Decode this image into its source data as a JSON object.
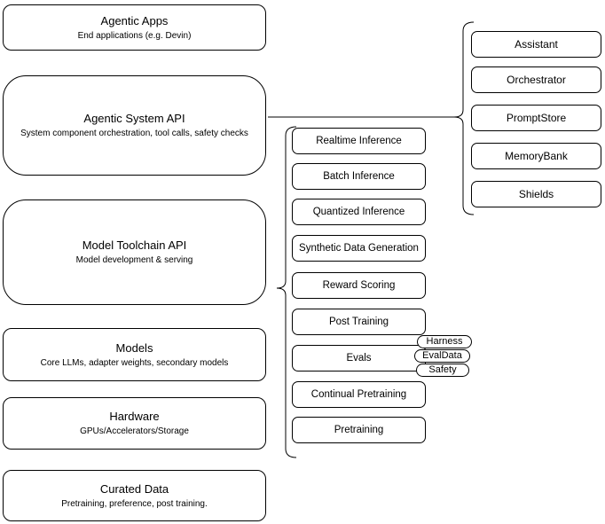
{
  "diagram": {
    "left_stack": [
      {
        "title": "Agentic Apps",
        "subtitle": "End applications (e.g. Devin)"
      },
      {
        "title": "Agentic System API",
        "subtitle": "System component orchestration, tool calls, safety checks"
      },
      {
        "title": "Model Toolchain API",
        "subtitle": "Model development & serving"
      },
      {
        "title": "Models",
        "subtitle": "Core LLMs, adapter weights, secondary models"
      },
      {
        "title": "Hardware",
        "subtitle": "GPUs/Accelerators/Storage"
      },
      {
        "title": "Curated Data",
        "subtitle": "Pretraining, preference, post training."
      }
    ],
    "toolchain_items": [
      {
        "label": "Realtime Inference"
      },
      {
        "label": "Batch Inference"
      },
      {
        "label": "Quantized Inference"
      },
      {
        "label": "Synthetic Data Generation"
      },
      {
        "label": "Reward Scoring"
      },
      {
        "label": "Post Training"
      },
      {
        "label": "Evals"
      },
      {
        "label": "Continual Pretraining"
      },
      {
        "label": "Pretraining"
      }
    ],
    "eval_tags": [
      {
        "label": "Harness"
      },
      {
        "label": "EvalData"
      },
      {
        "label": "Safety"
      }
    ],
    "system_components": [
      {
        "label": "Assistant"
      },
      {
        "label": "Orchestrator"
      },
      {
        "label": "PromptStore"
      },
      {
        "label": "MemoryBank"
      },
      {
        "label": "Shields"
      }
    ],
    "colors": {
      "stroke": "#000000",
      "background": "#ffffff",
      "shape_fill": "#ffffff"
    }
  }
}
